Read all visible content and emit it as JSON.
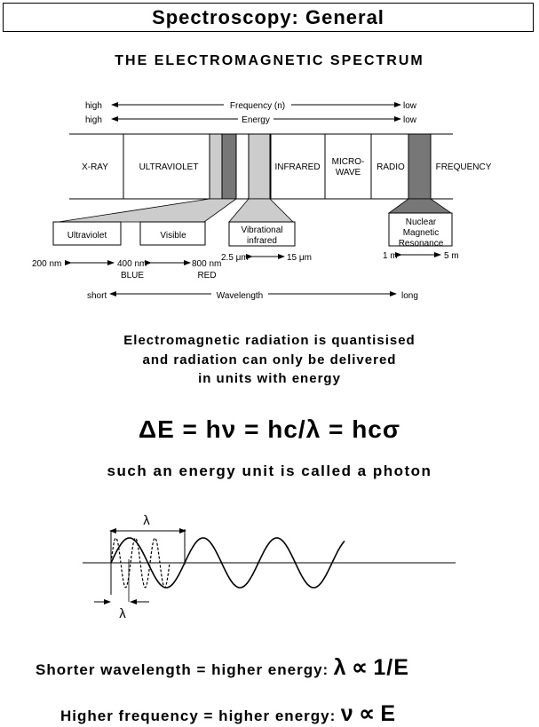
{
  "title": "Spectroscopy: General",
  "heading": "THE ELECTROMAGNETIC SPECTRUM",
  "spectrum": {
    "freq_high": "high",
    "freq_label": "Frequency (n)",
    "freq_low": "low",
    "energy_high": "high",
    "energy_label": "Energy",
    "energy_low": "low",
    "bands": [
      "X-RAY",
      "ULTRAVIOLET",
      "INFRARED",
      "MICRO-",
      "WAVE",
      "RADIO",
      "FREQUENCY"
    ],
    "boxes": {
      "ultraviolet": "Ultraviolet",
      "visible": "Visible",
      "vib1": "Vibrational",
      "vib2": "infrared",
      "nmr1": "Nuclear",
      "nmr2": "Magnetic",
      "nmr3": "Resonance"
    },
    "wl": {
      "nm200": "200 nm",
      "nm400": "400 nm",
      "nm800": "800 nm",
      "blue": "BLUE",
      "red": "RED",
      "um25": "2.5 μm",
      "um15": "15 μm",
      "m1": "1 m",
      "m5": "5 m"
    },
    "wavelength_short": "short",
    "wavelength_label": "Wavelength",
    "wavelength_long": "long"
  },
  "paragraph": {
    "line1": "Electromagnetic radiation is quantisised",
    "line2": "and radiation can only be delivered",
    "line3": "in units with energy"
  },
  "equation": "ΔE = hν = hc/λ = hcσ",
  "photon_line": "such an energy unit is called a photon",
  "wave": {
    "lambda_top": "λ",
    "lambda_bottom": "λ"
  },
  "rules": {
    "r1_text": "Shorter wavelength = higher energy:",
    "r1_sym": "λ",
    "r1_prop": "∝",
    "r1_rhs": "1/E",
    "r2_text": "Higher frequency  = higher energy:",
    "r2_sym": "ν",
    "r2_prop": "∝",
    "r2_rhs": "E"
  },
  "colors": {
    "light_grey": "#cccccc",
    "dark_grey": "#777777"
  }
}
